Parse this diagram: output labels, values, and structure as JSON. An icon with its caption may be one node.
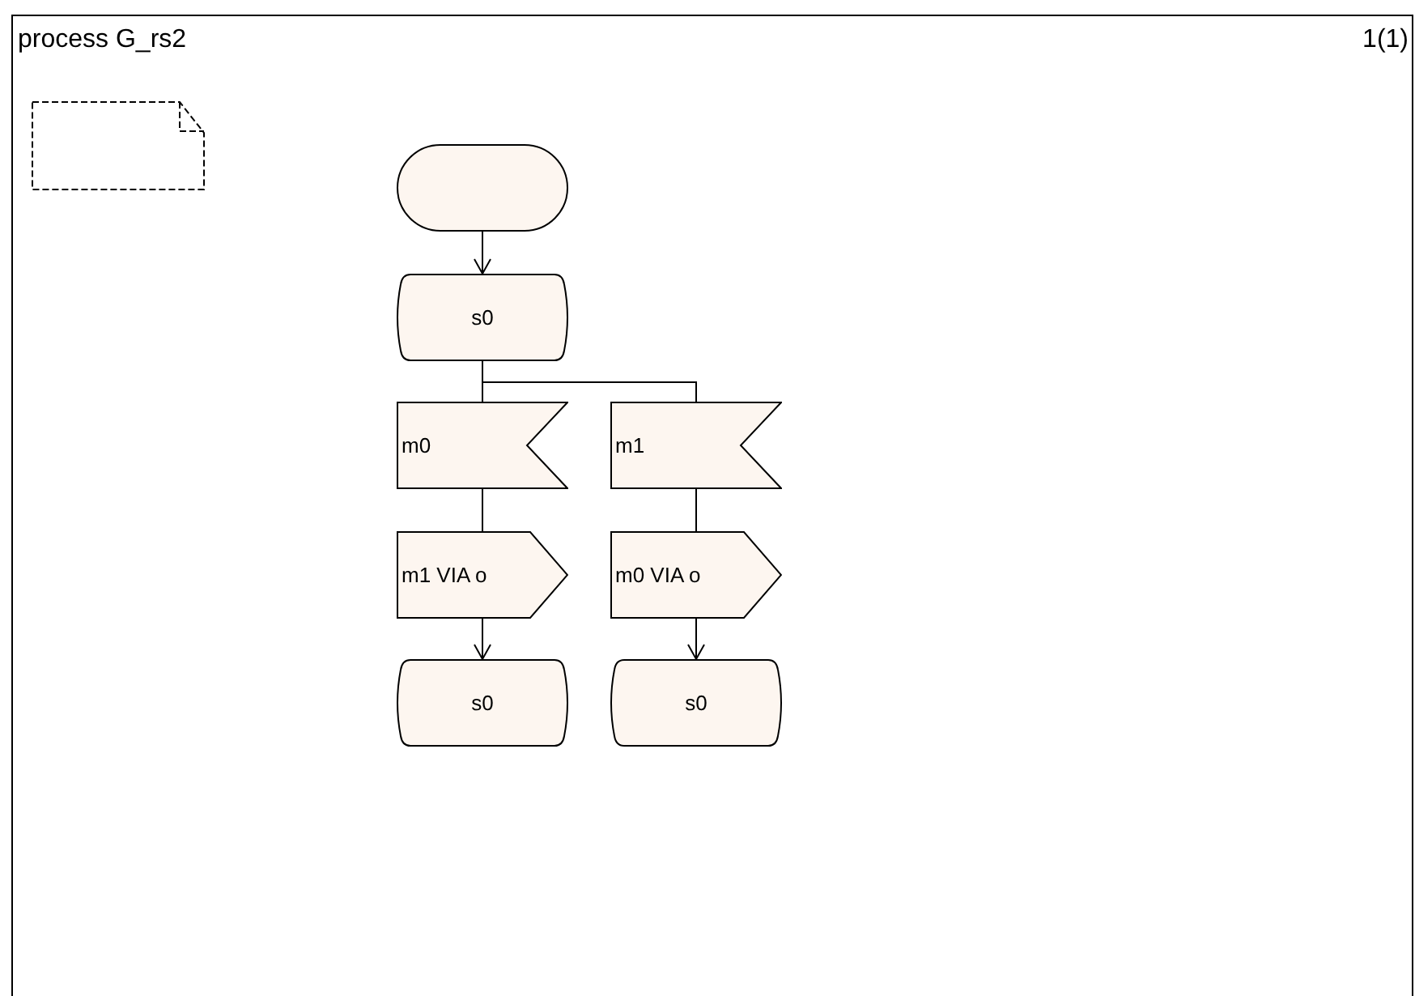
{
  "diagram": {
    "nodes": [
      {
        "text": [
          "process G_rs2",
          "1(1)"
        ]
      },
      {
        "text": [],
        "shape": "oval",
        "in": 0
      },
      {
        "text": [
          "s0"
        ],
        "in": 0
      },
      {
        "text": [
          "m0"
        ],
        "in": 0
      },
      {
        "text": [
          "m1"
        ],
        "in": 0
      },
      {
        "text": [
          "m1 VIA o"
        ],
        "in": 0
      },
      {
        "text": [
          "m0 VIA o"
        ],
        "in": 0
      },
      {
        "text": [
          "s0"
        ],
        "in": 0
      },
      {
        "text": [
          "s0"
        ],
        "in": 0
      }
    ],
    "edges": [
      {
        "from": 1,
        "to": 2,
        "arrow": "to"
      },
      {
        "from": 2,
        "to": 3,
        "arrow": "none"
      },
      {
        "from": 2,
        "to": 4,
        "arrow": "none"
      },
      {
        "from": 3,
        "to": 5,
        "arrow": "none"
      },
      {
        "from": 4,
        "to": 6,
        "arrow": "none"
      },
      {
        "from": 5,
        "to": 7,
        "arrow": "to"
      },
      {
        "from": 6,
        "to": 8,
        "arrow": "to"
      }
    ]
  }
}
